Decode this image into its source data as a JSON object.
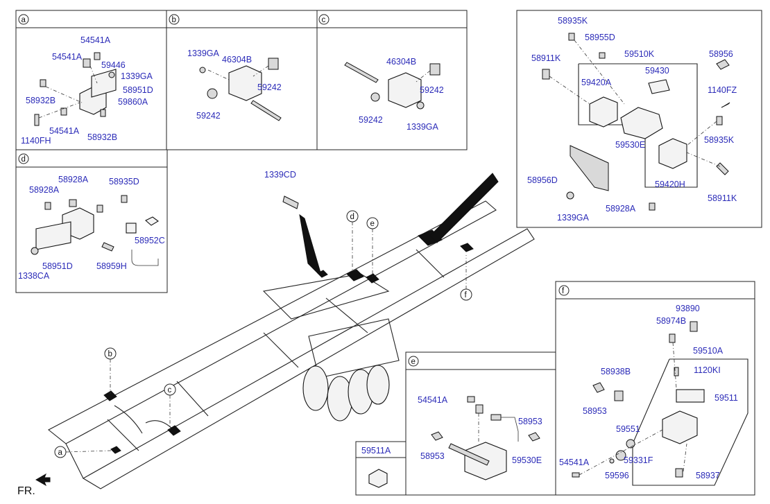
{
  "sections": {
    "a": {
      "tag": "a",
      "labels": [
        "54541A",
        "54541A",
        "59446",
        "1339GA",
        "58951D",
        "58932B",
        "59860A",
        "1140FH",
        "54541A",
        "58932B"
      ]
    },
    "b": {
      "tag": "b",
      "labels": [
        "1339GA",
        "46304B",
        "59242",
        "59242"
      ]
    },
    "c": {
      "tag": "c",
      "labels": [
        "46304B",
        "59242",
        "59242",
        "1339GA"
      ]
    },
    "d": {
      "tag": "d",
      "labels": [
        "58928A",
        "58928A",
        "58935D",
        "58952C",
        "58951D",
        "58959H",
        "1338CA"
      ]
    },
    "topright": {
      "labels": [
        "58935K",
        "58955D",
        "58911K",
        "59510K",
        "58956",
        "59430",
        "59420A",
        "1140FZ",
        "58935K",
        "59530E",
        "58956D",
        "59420H",
        "58911K",
        "1339GA",
        "58928A"
      ]
    },
    "e": {
      "tag": "e",
      "labels": [
        "54541A",
        "58953",
        "58953",
        "59530E"
      ]
    },
    "f": {
      "tag": "f",
      "labels": [
        "93890",
        "58974B",
        "59510A",
        "58938B",
        "1120KI",
        "58953",
        "59511",
        "59551",
        "54541A",
        "59331F",
        "59596",
        "58937"
      ]
    },
    "small": {
      "title": "59511A"
    }
  },
  "main": {
    "callout_top": "1339CD",
    "pointers": [
      "d",
      "e",
      "f",
      "b",
      "c",
      "a"
    ],
    "direction": "FR."
  }
}
